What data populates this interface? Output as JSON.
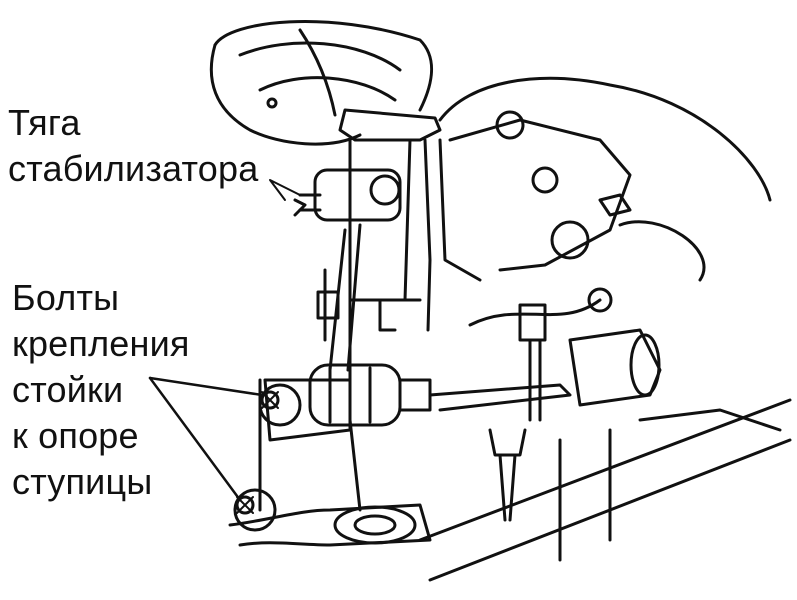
{
  "labels": {
    "stabilizer_link": [
      "Тяга",
      "стабилизатора"
    ],
    "strut_bolts": [
      "Болты",
      "крепления",
      "стойки",
      "к опоре",
      "ступицы"
    ]
  },
  "colors": {
    "ink": "#111111",
    "paper": "#ffffff"
  }
}
